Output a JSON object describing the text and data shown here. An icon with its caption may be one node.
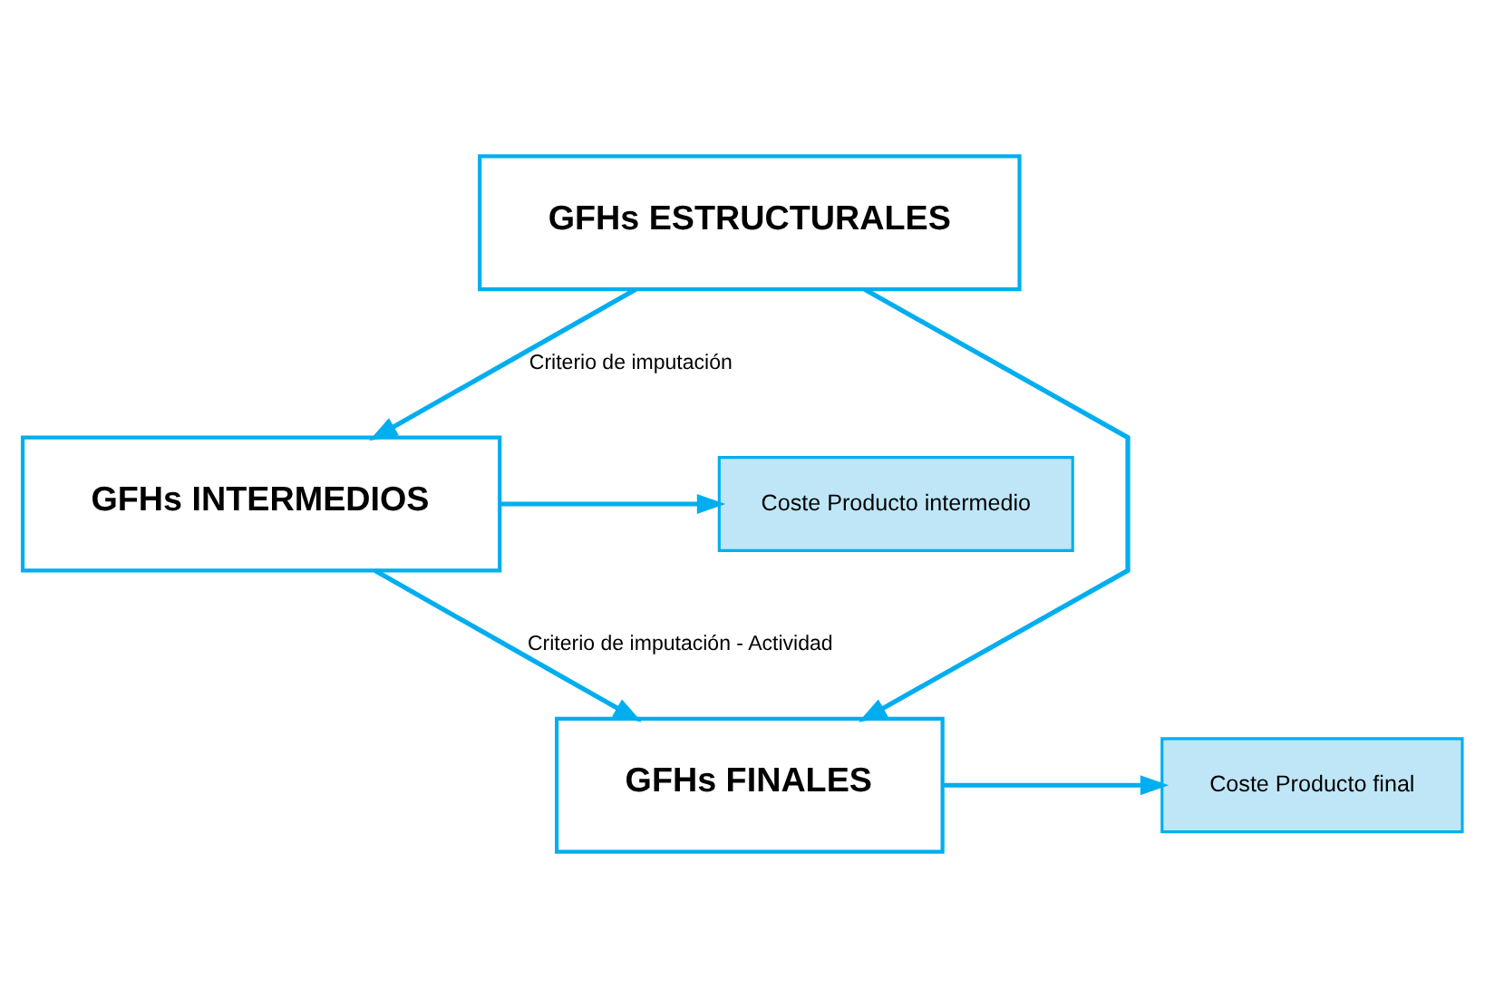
{
  "diagram": {
    "nodes": [
      {
        "text": [
          "GFHs ESTRUCTURALES"
        ]
      },
      {
        "text": [
          "GFHs INTERMEDIOS"
        ]
      },
      {
        "text": [
          "Coste Producto intermedio"
        ]
      },
      {
        "text": [
          "GFHs FINALES"
        ]
      },
      {
        "text": [
          "Coste Producto final"
        ]
      }
    ],
    "edges": [
      {
        "from": 0,
        "to": 1,
        "arrow": "to",
        "label": "Criterio de imputación"
      },
      {
        "from": 1,
        "to": 2,
        "arrow": "to"
      },
      {
        "from": 1,
        "to": 3,
        "arrow": "to",
        "label": "Criterio de imputación - Actividad"
      },
      {
        "from": 0,
        "to": 3,
        "arrow": "to"
      },
      {
        "from": 3,
        "to": 4,
        "arrow": "to"
      }
    ]
  }
}
